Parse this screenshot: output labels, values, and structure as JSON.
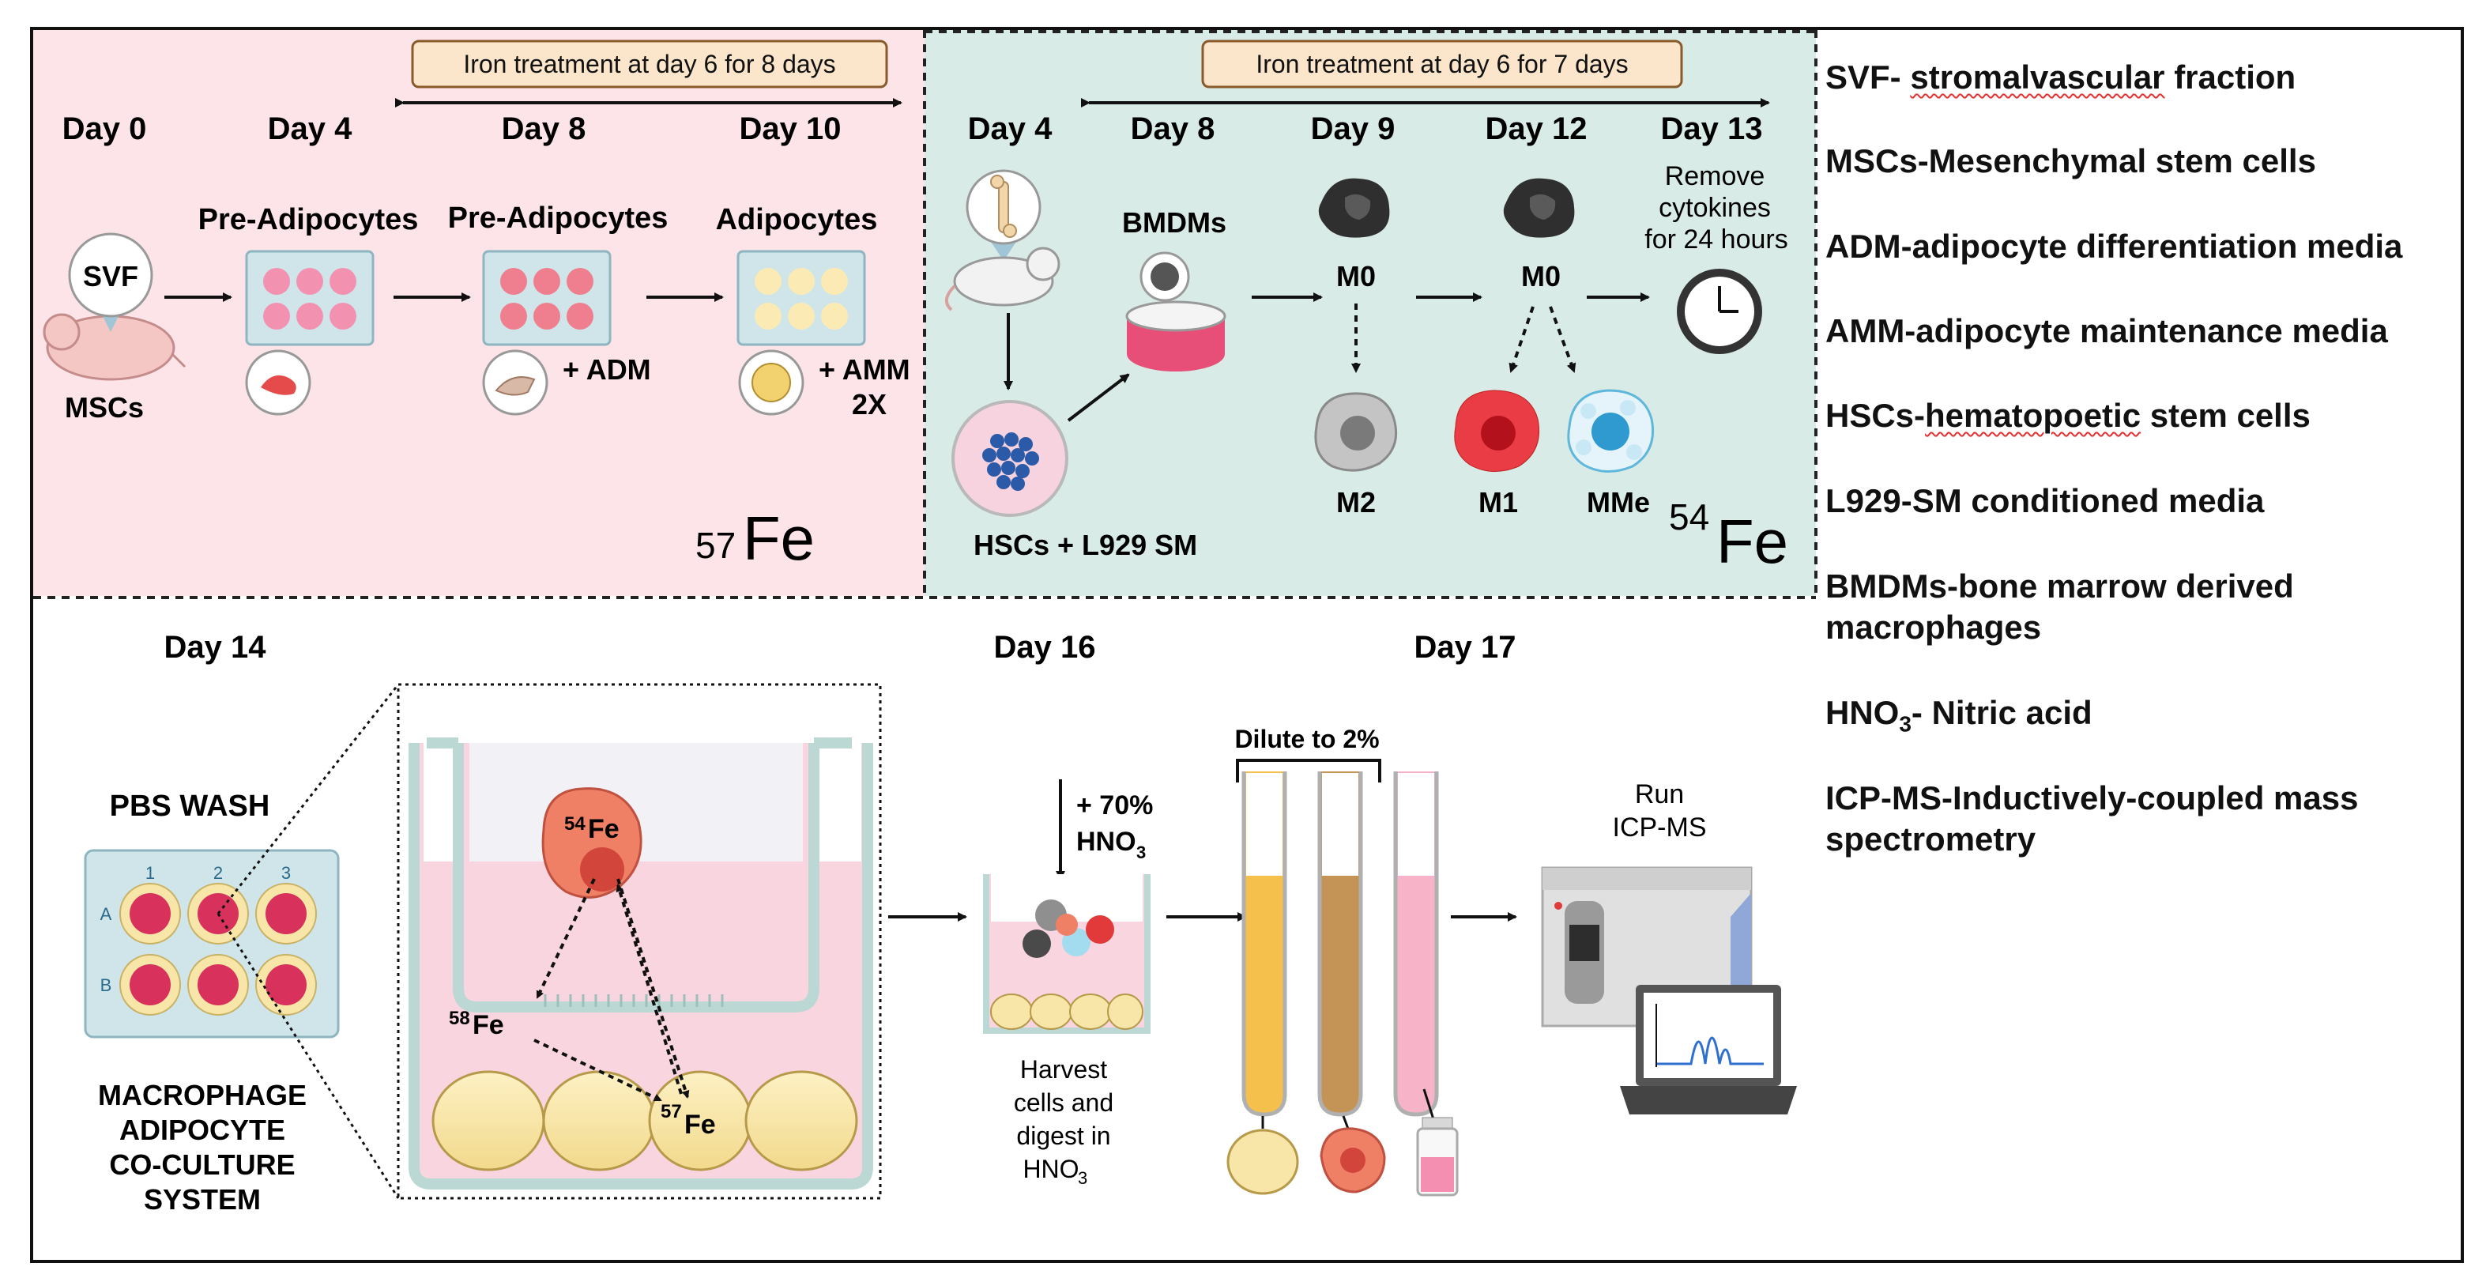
{
  "panel_a": {
    "banner": "Iron treatment at day 6 for 8 days",
    "days": [
      "Day 0",
      "Day 4",
      "Day 8",
      "Day 10"
    ],
    "stage_labels": [
      "Pre-Adipocytes",
      "Pre-Adipocytes",
      "Adipocytes"
    ],
    "svf": "SVF",
    "mscs": "MSCs",
    "adm": "+ ADM",
    "amm_line1": "+ AMM",
    "amm_line2": "2X",
    "isotope_mass": "57",
    "isotope_symbol": "Fe"
  },
  "panel_b": {
    "banner": "Iron treatment at day 6 for 7 days",
    "days": [
      "Day 4",
      "Day 8",
      "Day 9",
      "Day 12",
      "Day 13"
    ],
    "bmdms": "BMDMs",
    "m0_a": "M0",
    "m0_b": "M0",
    "remove": [
      "Remove",
      "cytokines",
      "for 24 hours"
    ],
    "hscs": "HSCs + L929 SM",
    "m2": "M2",
    "m1": "M1",
    "mme": "MMe",
    "isotope_mass": "54",
    "isotope_symbol": "Fe"
  },
  "panel_c": {
    "days": [
      "Day 14",
      "Day 16",
      "Day 17"
    ],
    "pbs_wash": "PBS WASH",
    "plate_cols": [
      "1",
      "2",
      "3"
    ],
    "plate_rows": [
      "A",
      "B"
    ],
    "coculture": [
      "MACROPHAGE",
      "ADIPOCYTE",
      "CO-CULTURE",
      "SYSTEM"
    ],
    "fe54_mass": "54",
    "fe58_mass": "58",
    "fe57_mass": "57",
    "fe_symbol": "Fe",
    "hno3_line1": "+ 70%",
    "hno3_line2": "HNO",
    "hno3_sub": "3",
    "harvest": [
      "Harvest",
      "cells and",
      "digest in",
      "HNO"
    ],
    "harvest_sub": "3",
    "dilute": "Dilute to 2%",
    "run_line1": "Run",
    "run_line2": "ICP-MS"
  },
  "legend": {
    "svf_pre": "SVF- ",
    "svf_spell": "stromalvascular",
    "svf_post": " fraction",
    "mscs": "MSCs-Mesenchymal stem cells",
    "adm": "ADM-adipocyte differentiation media",
    "amm": "AMM-adipocyte maintenance media",
    "hscs_pre": "HSCs-",
    "hscs_spell": "hematopoetic",
    "hscs_post": " stem cells",
    "l929": "L929-SM conditioned media",
    "bmdms": "BMDMs-bone marrow derived macrophages",
    "hno3_pre": "HNO",
    "hno3_sub": "3",
    "hno3_post": "- Nitric acid",
    "icpms": "ICP-MS-Inductively-coupled mass spectrometry"
  },
  "colors": {
    "panel_a_bg": "#fce4e8",
    "panel_b_bg": "#d9ebe6",
    "banner_fill": "#fbe6cc",
    "banner_stroke": "#8a5a2b",
    "adipocyte": "#f8e6a8",
    "pink_media": "#f7b8cc",
    "m1_red": "#e63b3b",
    "m2_grey": "#bdbdbd",
    "mme_blue": "#5fb7dc",
    "tube_orange": "#f5c04c",
    "tube_brown": "#c49356",
    "tube_pink": "#f7b3c8"
  },
  "icons": [
    "mouse-icon",
    "bone-icon",
    "rat-icon",
    "well-plate-icon",
    "petri-dish-icon",
    "macrophage-icon",
    "clock-icon",
    "transwell-icon",
    "test-tube-icon",
    "vial-icon",
    "icp-ms-instrument-icon",
    "laptop-icon"
  ]
}
